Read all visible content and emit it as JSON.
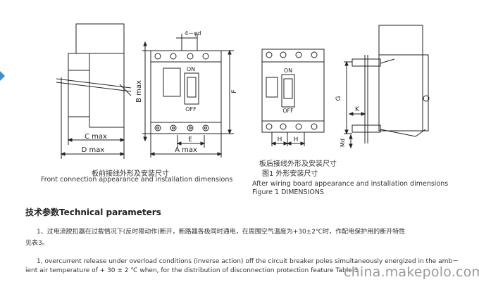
{
  "diagram_labels": {
    "c_max": "C max",
    "d_max": "D max",
    "b_max": "B max",
    "a_max": "A max",
    "hole": "4－φd",
    "on": "ON",
    "off": "OFF",
    "e": "E",
    "f": "F",
    "h": "H",
    "g": "G",
    "k": "K",
    "md": "Md"
  },
  "captions": {
    "front_cn": "板前接线外形及安装尺寸",
    "front_en": "Front connection appearance and installation dimensions",
    "back_cn": "板后接线外形及安装尺寸",
    "figure_cn": "图1  外形安装尺寸",
    "back_en": "After wiring board appearance and installation dimensions",
    "figure_en": "Figure 1 DIMENSIONS"
  },
  "section": {
    "title": "技术参数Technical parameters",
    "para1_line1": "1、过电流脱扣器在过载情况下(反时限动作)断开，断路器各极同时通电，在周围空气温度为+30±2℃时，作配电保护用的断开特性",
    "para1_line2": "见表3。",
    "para2_line1": "1, overcurrent release under overload conditions (inverse action) off the circuit breaker poles simultaneously energized in the amb－",
    "para2_line2": "ient air temperature of + 30 ± 2 ℃ when, for the distribution of disconnection protection feature Table 3"
  },
  "watermark": "china.makepolo.com",
  "colors": {
    "line": "#222222",
    "text": "#333333",
    "watermark": "#9a9a9a",
    "side_mark": "#3a8fd6"
  }
}
